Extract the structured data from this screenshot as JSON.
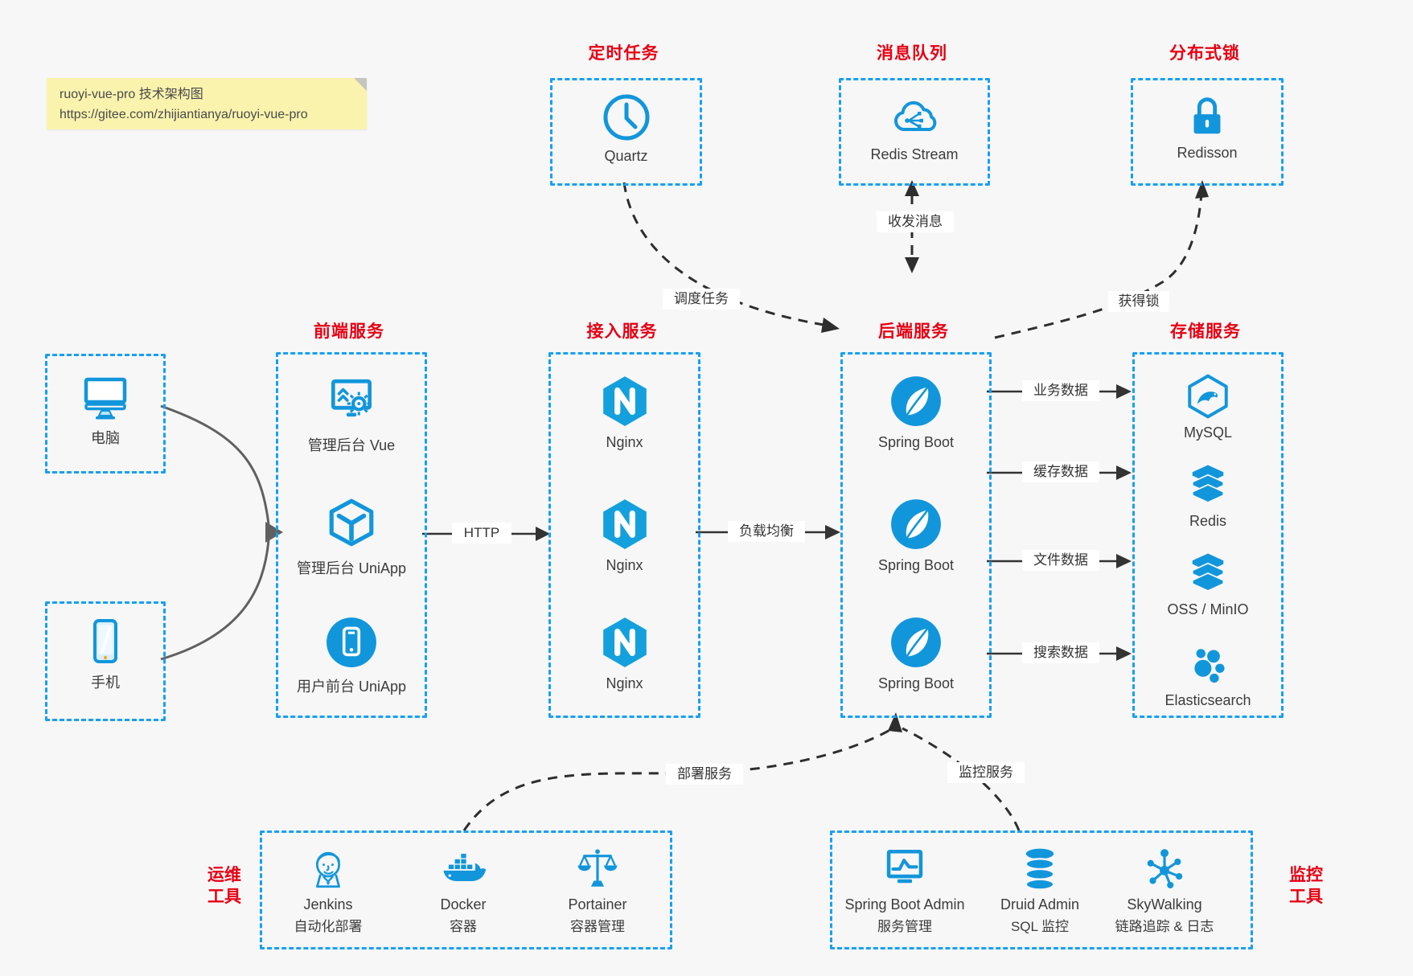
{
  "note": {
    "line1": "ruoyi-vue-pro 技术架构图",
    "line2": "https://gitee.com/zhijiantianya/ruoyi-vue-pro"
  },
  "colors": {
    "accent_blue": "#1296db",
    "border_blue": "#18a0f2",
    "title_red": "#e60012",
    "line_dark": "#333333",
    "client_line_gray": "#606060",
    "note_bg": "#faf3ae"
  },
  "top_groups": [
    {
      "title": "定时任务",
      "icon": "clock-icon",
      "label": "Quartz"
    },
    {
      "title": "消息队列",
      "icon": "cloud-network-icon",
      "label": "Redis Stream"
    },
    {
      "title": "分布式锁",
      "icon": "lock-icon",
      "label": "Redisson"
    }
  ],
  "clients": [
    {
      "icon": "monitor-icon",
      "label": "电脑"
    },
    {
      "icon": "smartphone-icon",
      "label": "手机"
    }
  ],
  "section_titles": {
    "frontend": "前端服务",
    "access": "接入服务",
    "backend": "后端服务",
    "storage": "存储服务"
  },
  "frontend_items": [
    {
      "icon": "admin-vue-icon",
      "label": "管理后台 Vue"
    },
    {
      "icon": "uniapp-cube-icon",
      "label": "管理后台 UniApp"
    },
    {
      "icon": "uniapp-user-icon",
      "label": "用户前台 UniApp"
    }
  ],
  "access_items": [
    {
      "icon": "nginx-icon",
      "label": "Nginx"
    },
    {
      "icon": "nginx-icon",
      "label": "Nginx"
    },
    {
      "icon": "nginx-icon",
      "label": "Nginx"
    }
  ],
  "backend_items": [
    {
      "icon": "spring-boot-icon",
      "label": "Spring Boot"
    },
    {
      "icon": "spring-boot-icon",
      "label": "Spring Boot"
    },
    {
      "icon": "spring-boot-icon",
      "label": "Spring Boot"
    }
  ],
  "storage_items": [
    {
      "icon": "mysql-icon",
      "label": "MySQL"
    },
    {
      "icon": "redis-layers-icon",
      "label": "Redis"
    },
    {
      "icon": "oss-layers-icon",
      "label": "OSS / MinIO"
    },
    {
      "icon": "elasticsearch-icon",
      "label": "Elasticsearch"
    }
  ],
  "edge_labels": {
    "schedule": "调度任务",
    "message": "收发消息",
    "lock": "获得锁",
    "http": "HTTP",
    "load_balance": "负载均衡",
    "business": "业务数据",
    "cache": "缓存数据",
    "file": "文件数据",
    "search": "搜索数据",
    "deploy": "部署服务",
    "monitor": "监控服务"
  },
  "ops_group": {
    "title_line1": "运维",
    "title_line2": "工具",
    "items": [
      {
        "icon": "jenkins-icon",
        "label": "Jenkins",
        "sublabel": "自动化部署"
      },
      {
        "icon": "docker-icon",
        "label": "Docker",
        "sublabel": "容器"
      },
      {
        "icon": "portainer-icon",
        "label": "Portainer",
        "sublabel": "容器管理"
      }
    ]
  },
  "monitor_group": {
    "title_line1": "监控",
    "title_line2": "工具",
    "items": [
      {
        "icon": "springboot-admin-icon",
        "label": "Spring Boot Admin",
        "sublabel": "服务管理"
      },
      {
        "icon": "druid-icon",
        "label": "Druid Admin",
        "sublabel": "SQL 监控"
      },
      {
        "icon": "skywalking-icon",
        "label": "SkyWalking",
        "sublabel": "链路追踪 & 日志"
      }
    ]
  }
}
